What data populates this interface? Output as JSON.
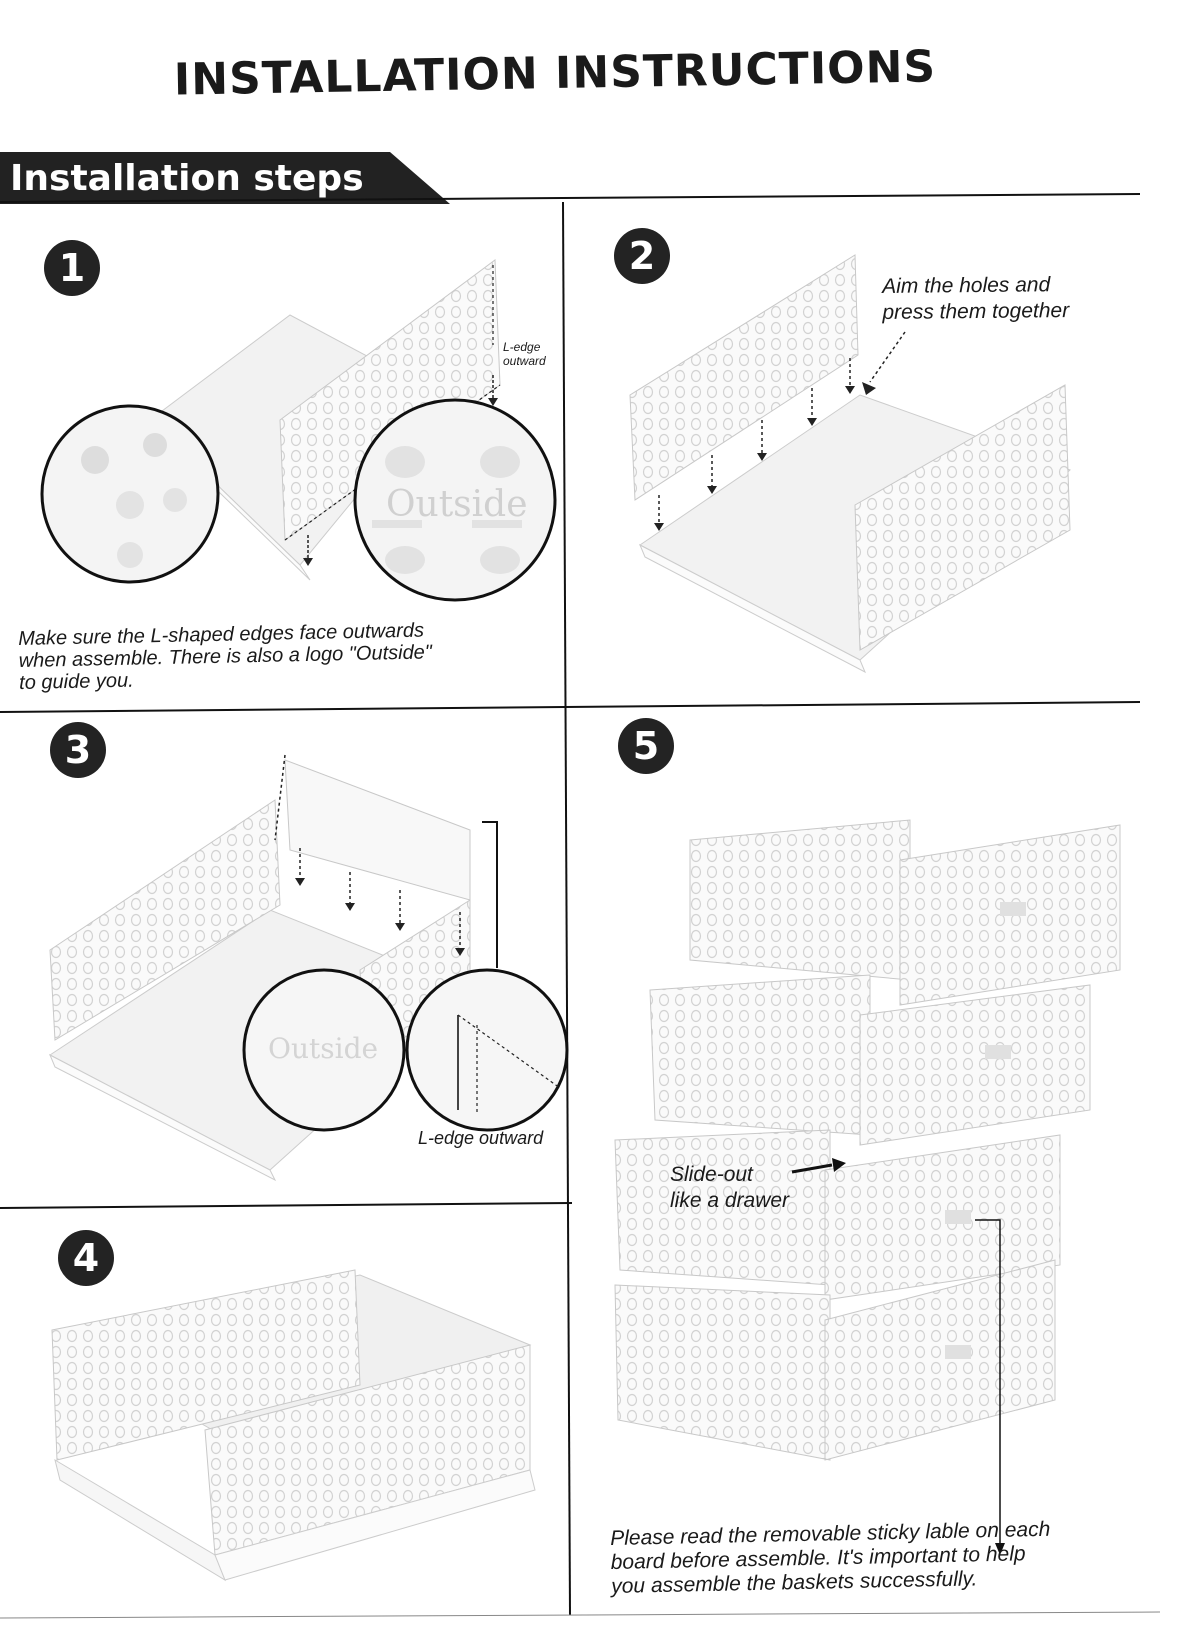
{
  "title": "INSTALLATION INSTRUCTIONS",
  "banner": "Installation steps",
  "steps": [
    {
      "number": "1",
      "label": "L-edge outward",
      "circle_text": "Outside",
      "caption": [
        "Make sure the L-shaped edges face outwards",
        "when assemble.  There is also a logo \"Outside\"",
        "to guide you."
      ]
    },
    {
      "number": "2",
      "caption": [
        "Aim the holes and",
        "press them together"
      ]
    },
    {
      "number": "3",
      "circle_text": "Outside",
      "label": "L-edge outward"
    },
    {
      "number": "4"
    },
    {
      "number": "5",
      "label": [
        "Slide-out",
        "like a drawer"
      ],
      "caption": [
        "Please read the removable sticky lable on each",
        "board before assemble.  It's important to help",
        "you assemble the baskets successfully."
      ]
    }
  ],
  "colors": {
    "ink": "#232323",
    "line": "#111111",
    "basket": "#f7f7f7",
    "hole": "#e4e4e4"
  }
}
